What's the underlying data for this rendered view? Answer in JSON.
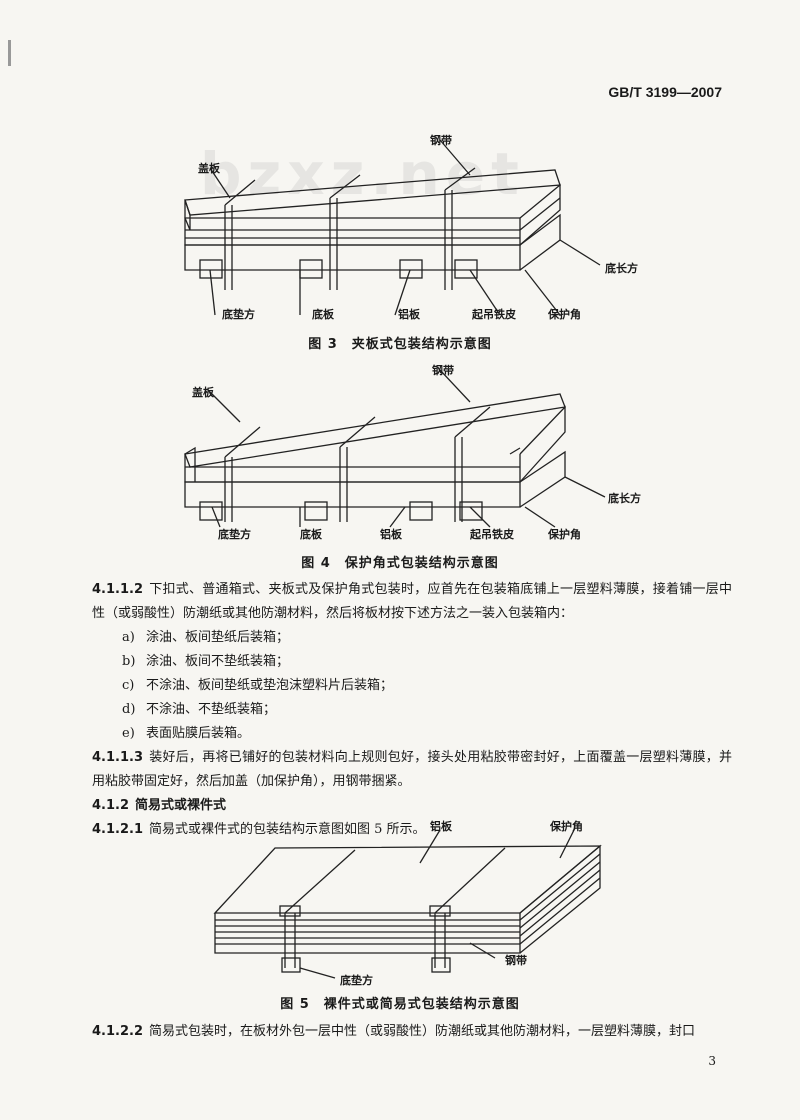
{
  "header": {
    "standard_code": "GB/T 3199—2007"
  },
  "watermark": "bzxz.net",
  "figure3": {
    "caption": "图 3　夹板式包装结构示意图",
    "labels": {
      "cover": "盖板",
      "steel_strap": "钢带",
      "base_long": "底长方",
      "base_pad": "底垫方",
      "base_board": "底板",
      "aluminum": "铝板",
      "lift_iron": "起吊铁皮",
      "corner": "保护角"
    }
  },
  "figure4": {
    "caption": "图 4　保护角式包装结构示意图",
    "labels": {
      "cover": "盖板",
      "steel_strap": "钢带",
      "base_long": "底长方",
      "base_pad": "底垫方",
      "base_board": "底板",
      "aluminum": "铝板",
      "lift_iron": "起吊铁皮",
      "corner": "保护角"
    }
  },
  "text": {
    "p1_num": "4.1.1.2",
    "p1": "下扣式、普通箱式、夹板式及保护角式包装时，应首先在包装箱底铺上一层塑料薄膜，接着铺一层中性（或弱酸性）防潮纸或其他防潮材料，然后将板材按下述方法之一装入包装箱内：",
    "list": [
      {
        "label": "a)",
        "text": "涂油、板间垫纸后装箱；"
      },
      {
        "label": "b)",
        "text": "涂油、板间不垫纸装箱；"
      },
      {
        "label": "c)",
        "text": "不涂油、板间垫纸或垫泡沫塑料片后装箱；"
      },
      {
        "label": "d)",
        "text": "不涂油、不垫纸装箱；"
      },
      {
        "label": "e)",
        "text": "表面贴膜后装箱。"
      }
    ],
    "p2_num": "4.1.1.3",
    "p2": "装好后，再将已铺好的包装材料向上规则包好，接头处用粘胶带密封好，上面覆盖一层塑料薄膜，并用粘胶带固定好，然后加盖（加保护角），用钢带捆紧。",
    "h1_num": "4.1.2",
    "h1": "简易式或裸件式",
    "p3_num": "4.1.2.1",
    "p3": "简易式或裸件式的包装结构示意图如图 5 所示。"
  },
  "figure5": {
    "caption": "图 5　裸件式或简易式包装结构示意图",
    "labels": {
      "aluminum": "铝板",
      "corner": "保护角",
      "steel_strap": "钢带",
      "base_pad": "底垫方"
    }
  },
  "text2": {
    "p4_num": "4.1.2.2",
    "p4": "简易式包装时，在板材外包一层中性（或弱酸性）防潮纸或其他防潮材料，一层塑料薄膜，封口"
  },
  "page_number": "3"
}
